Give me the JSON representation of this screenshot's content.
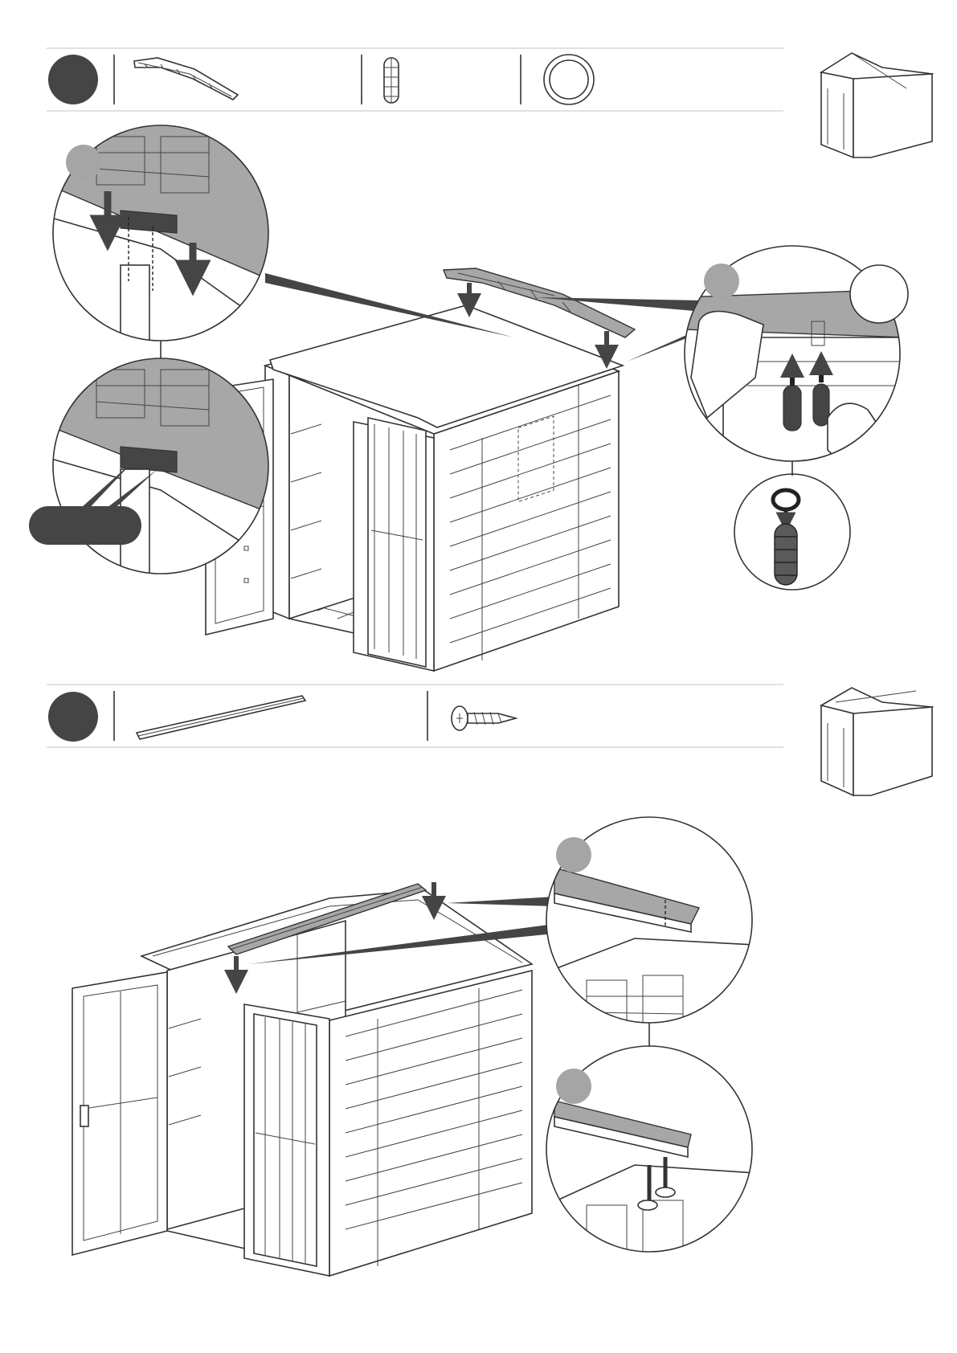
{
  "colors": {
    "step_badge": "#454545",
    "detail_badge": "#a5a5a5",
    "roof_grey": "#a7a7a7",
    "line": "#333333",
    "rule": "#cfcfcf"
  },
  "steps": [
    {
      "parts": [
        "roof-ridge-cap-part",
        "connector-plug-part",
        "o-ring-part"
      ]
    },
    {
      "parts": [
        "ridge-rail-part",
        "screw-part"
      ]
    }
  ],
  "icons": {
    "overview_thumbnail": "shed-outline-icon",
    "direction": "arrow-down-icon"
  }
}
